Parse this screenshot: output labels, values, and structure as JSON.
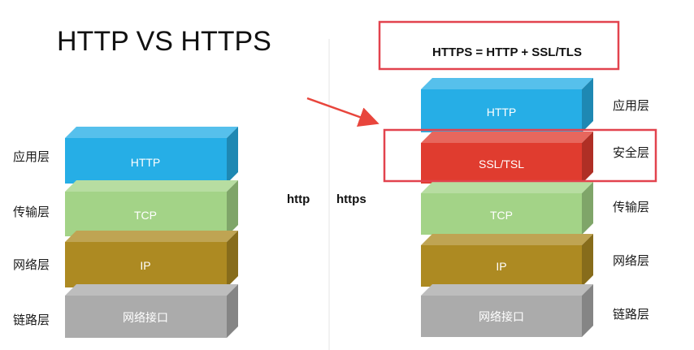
{
  "title": "HTTP VS HTTPS",
  "formula": "HTTPS = HTTP + SSL/TLS",
  "http_stack": {
    "caption": "http",
    "layers": [
      {
        "label": "HTTP",
        "side_label": "应用层",
        "color": "#26aee6"
      },
      {
        "label": "TCP",
        "side_label": "传输层",
        "color": "#a3d387"
      },
      {
        "label": "IP",
        "side_label": "网络层",
        "color": "#ad8a22"
      },
      {
        "label": "网络接口",
        "side_label": "链路层",
        "color": "#ababab"
      }
    ]
  },
  "https_stack": {
    "caption": "https",
    "layers": [
      {
        "label": "HTTP",
        "side_label": "应用层",
        "color": "#26aee6"
      },
      {
        "label": "SSL/TSL",
        "side_label": "安全层",
        "color": "#e03c2f"
      },
      {
        "label": "TCP",
        "side_label": "传输层",
        "color": "#a3d387"
      },
      {
        "label": "IP",
        "side_label": "网络层",
        "color": "#ad8a22"
      },
      {
        "label": "网络接口",
        "side_label": "链路层",
        "color": "#ababab"
      }
    ]
  },
  "colors": {
    "highlight": "#e2434e",
    "arrow": "#e8453c",
    "divider": "#e6e6e6"
  }
}
